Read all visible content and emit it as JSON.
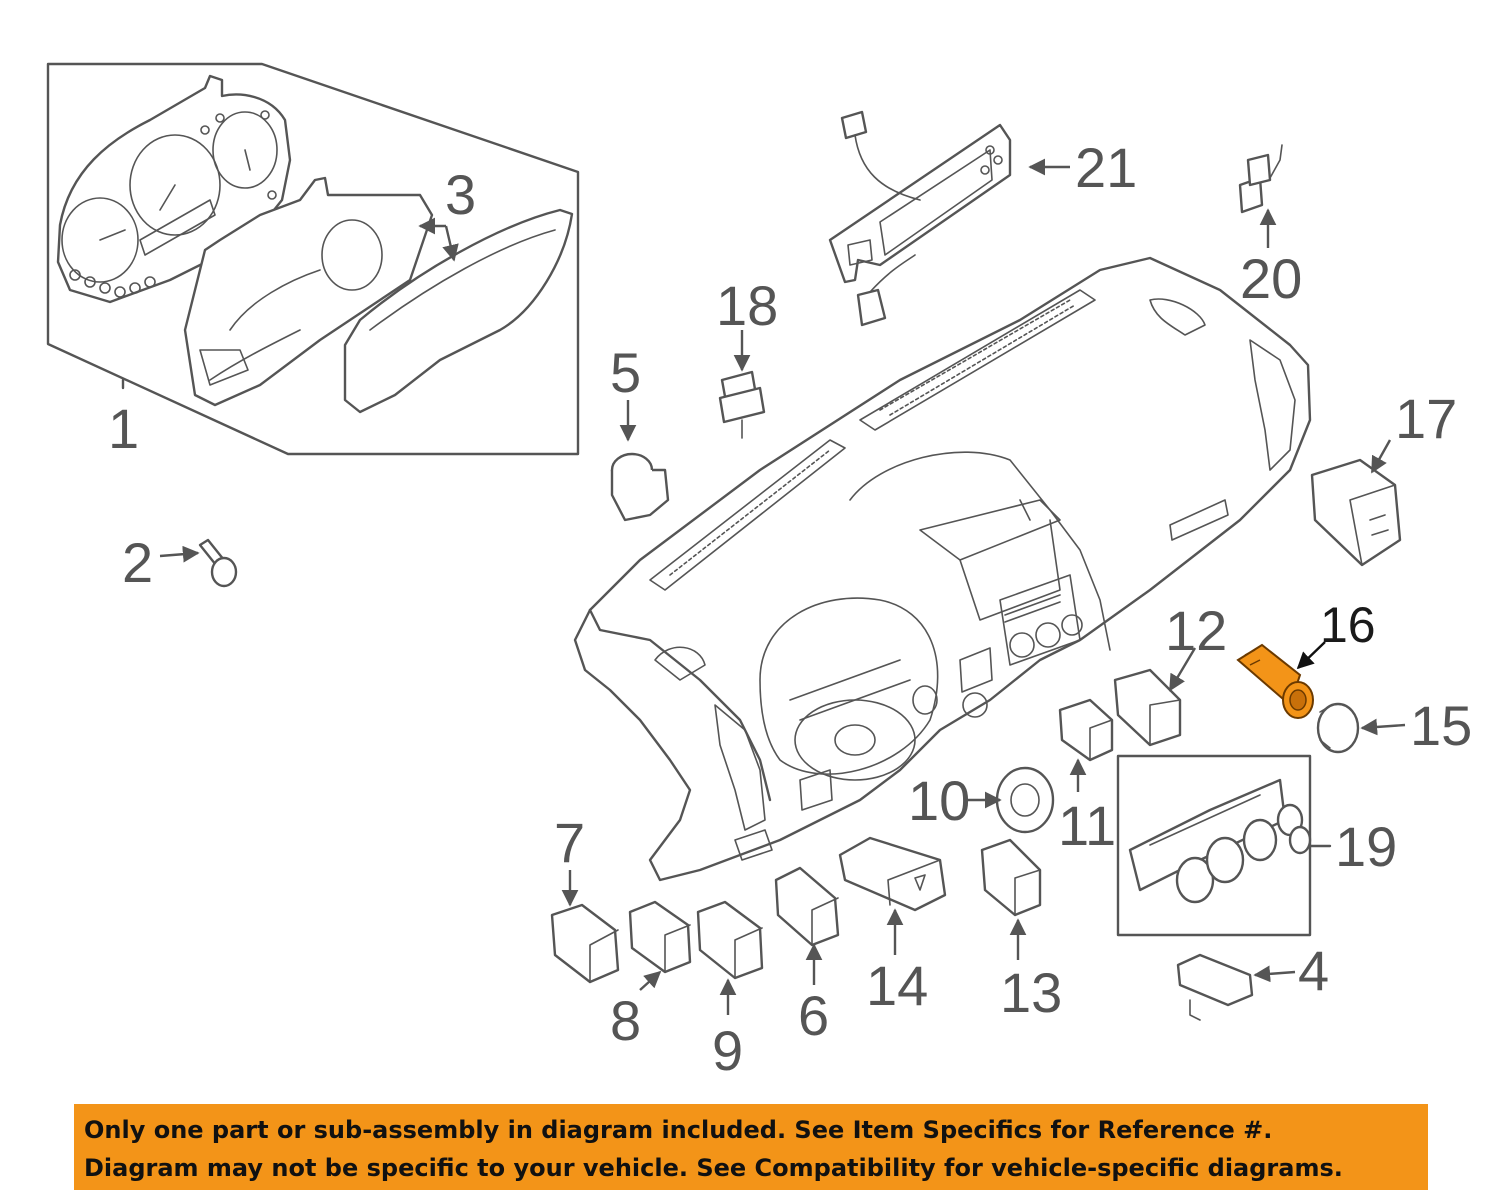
{
  "callouts": {
    "c1": "1",
    "c2": "2",
    "c3": "3",
    "c4": "4",
    "c5": "5",
    "c6": "6",
    "c7": "7",
    "c8": "8",
    "c9": "9",
    "c10": "10",
    "c11": "11",
    "c12": "12",
    "c13": "13",
    "c14": "14",
    "c15": "15",
    "c16": "16",
    "c17": "17",
    "c18": "18",
    "c19": "19",
    "c20": "20",
    "c21": "21"
  },
  "highlighted_part": "16",
  "colors": {
    "line": "#555555",
    "highlight": "#f39418",
    "banner": "#f39418",
    "banner_text": "#111111"
  },
  "notice": {
    "line1": "Only one part or sub-assembly in diagram included. See Item Specifics for Reference #.",
    "line2": "Diagram may not be specific to your vehicle. See Compatibility for vehicle-specific diagrams."
  }
}
